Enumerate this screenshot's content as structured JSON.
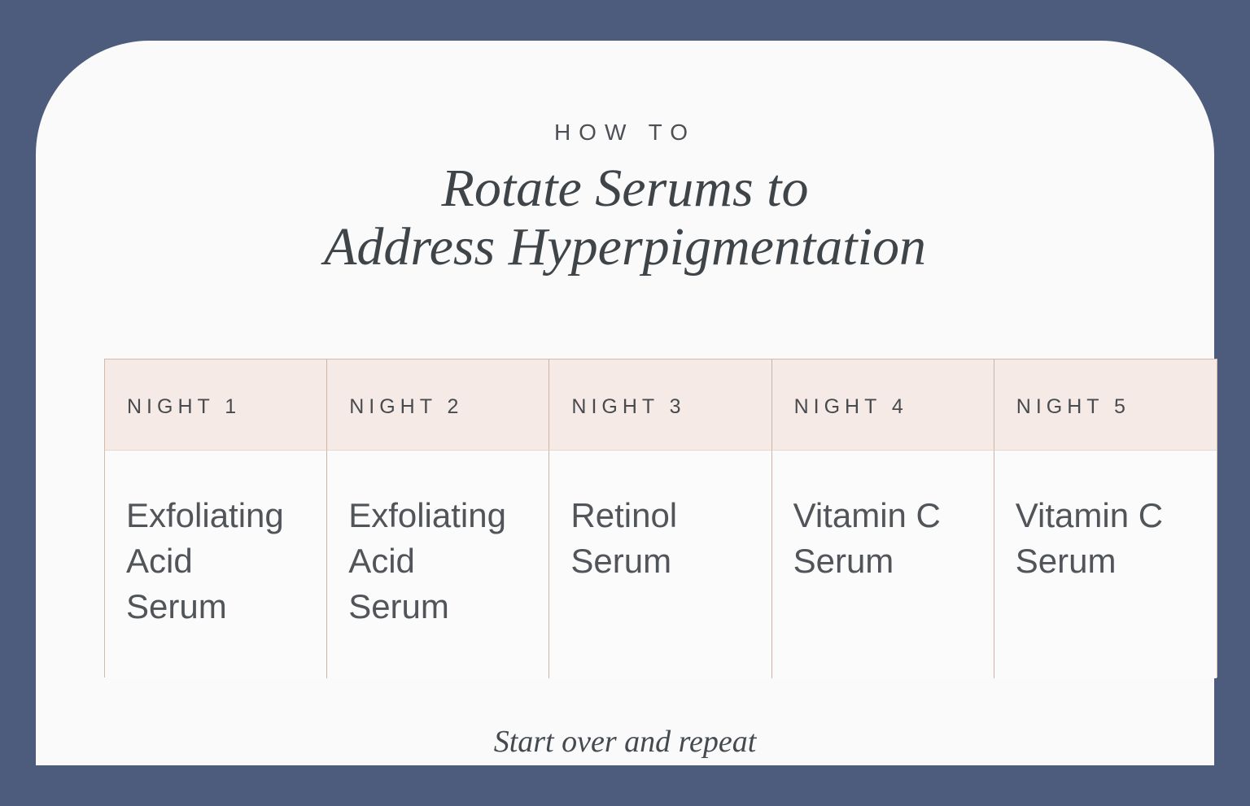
{
  "palette": {
    "frame_blue": "#4d5b7d",
    "card_background": "#fafafa",
    "table_header_pink": "#f6eae7",
    "table_border_tan": "#cfb3a5",
    "text_dark_gray": "#3f4449"
  },
  "header": {
    "eyebrow": "HOW TO",
    "title_line1": "Rotate Serums to",
    "title_line2": "Address Hyperpigmentation"
  },
  "table": {
    "columns": [
      {
        "night": "NIGHT 1",
        "serum": "Exfoliating\nAcid\nSerum"
      },
      {
        "night": "NIGHT 2",
        "serum": "Exfoliating\nAcid\nSerum"
      },
      {
        "night": "NIGHT 3",
        "serum": "Retinol\nSerum"
      },
      {
        "night": "NIGHT 4",
        "serum": "Vitamin C\nSerum"
      },
      {
        "night": "NIGHT 5",
        "serum": "Vitamin C\nSerum"
      }
    ]
  },
  "footer": {
    "note": "Start over and repeat"
  }
}
